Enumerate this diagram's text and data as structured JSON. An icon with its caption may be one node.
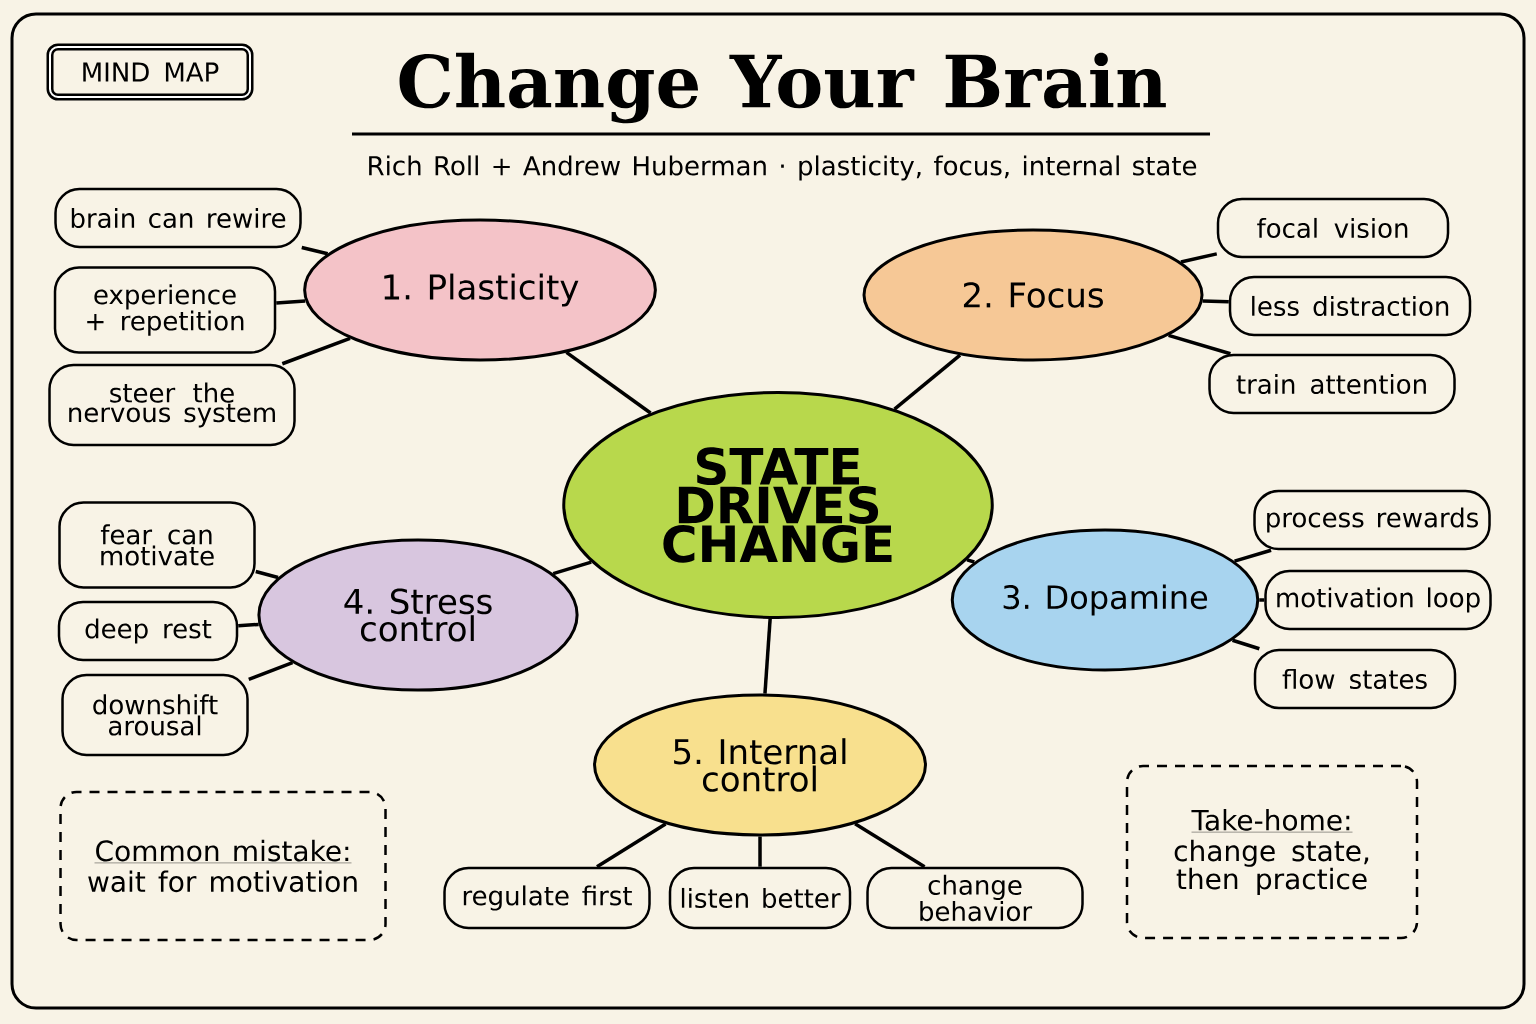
{
  "diagram": {
    "title": "Change Your Brain",
    "nodes": [
      {
        "text": [
          "MIND MAP"
        ]
      },
      {
        "text": [
          "STATE DRIVES CHANGE"
        ]
      },
      {
        "text": [
          "1. Plasticity"
        ]
      },
      {
        "text": [
          "2. Focus"
        ]
      },
      {
        "text": [
          "3. Dopamine"
        ]
      },
      {
        "text": [
          "4. Stress control"
        ]
      },
      {
        "text": [
          "5. Internal control"
        ]
      },
      {
        "text": [
          "brain can rewire"
        ]
      },
      {
        "text": [
          "experience + repetition"
        ]
      },
      {
        "text": [
          "steer the nervous system"
        ]
      },
      {
        "text": [
          "focal vision"
        ]
      },
      {
        "text": [
          "less distraction"
        ]
      },
      {
        "text": [
          "train attention"
        ]
      },
      {
        "text": [
          "process rewards"
        ]
      },
      {
        "text": [
          "motivation loop"
        ]
      },
      {
        "text": [
          "flow states"
        ]
      },
      {
        "text": [
          "fear can motivate"
        ]
      },
      {
        "text": [
          "deep rest"
        ]
      },
      {
        "text": [
          "downshift arousal"
        ]
      },
      {
        "text": [
          "regulate first"
        ]
      },
      {
        "text": [
          "listen better"
        ]
      },
      {
        "text": [
          "change behavior"
        ]
      },
      {
        "text": [
          "Common mistake:",
          "wait for motivation"
        ]
      },
      {
        "text": [
          "Take-home:",
          "change state, then practice"
        ]
      }
    ],
    "edges": [
      {
        "from": 1,
        "to": 2,
        "arrow": "none"
      },
      {
        "from": 1,
        "to": 3,
        "arrow": "none"
      },
      {
        "from": 1,
        "to": 4,
        "arrow": "none"
      },
      {
        "from": 1,
        "to": 5,
        "arrow": "none"
      },
      {
        "from": 1,
        "to": 6,
        "arrow": "none"
      },
      {
        "from": 2,
        "to": 7,
        "arrow": "none"
      },
      {
        "from": 2,
        "to": 8,
        "arrow": "none"
      },
      {
        "from": 2,
        "to": 9,
        "arrow": "none"
      },
      {
        "from": 3,
        "to": 10,
        "arrow": "none"
      },
      {
        "from": 3,
        "to": 11,
        "arrow": "none"
      },
      {
        "from": 3,
        "to": 12,
        "arrow": "none"
      },
      {
        "from": 4,
        "to": 13,
        "arrow": "none"
      },
      {
        "from": 4,
        "to": 14,
        "arrow": "none"
      },
      {
        "from": 4,
        "to": 15,
        "arrow": "none"
      },
      {
        "from": 5,
        "to": 16,
        "arrow": "none"
      },
      {
        "from": 5,
        "to": 17,
        "arrow": "none"
      },
      {
        "from": 5,
        "to": 18,
        "arrow": "none"
      },
      {
        "from": 6,
        "to": 19,
        "arrow": "none"
      },
      {
        "from": 6,
        "to": 20,
        "arrow": "none"
      },
      {
        "from": 6,
        "to": 21,
        "arrow": "none"
      }
    ],
    "labels": [
      "Rich Roll + Andrew Huberman · plasticity, focus, internal state"
    ]
  }
}
